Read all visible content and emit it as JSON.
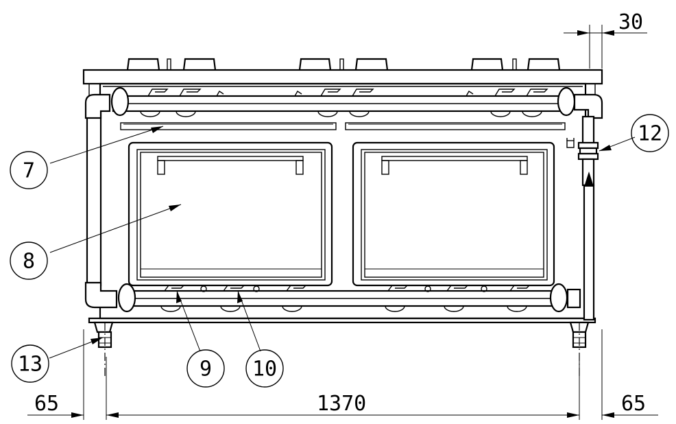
{
  "dimensions": {
    "top_right": "30",
    "left_offset": "65",
    "overall_width": "1370",
    "right_offset": "65"
  },
  "callouts": {
    "c7": "7",
    "c8": "8",
    "c9": "9",
    "c10": "10",
    "c12": "12",
    "c13": "13"
  }
}
